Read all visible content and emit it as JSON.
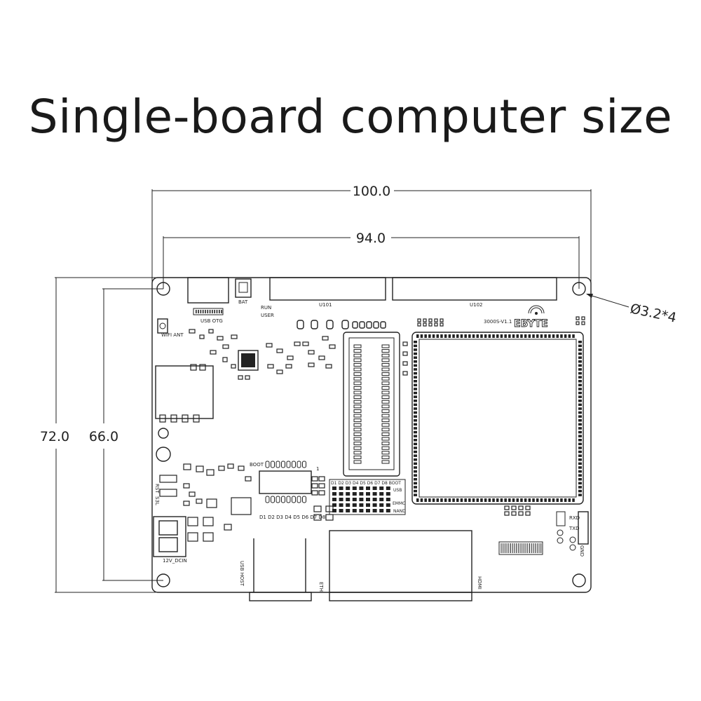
{
  "title": "Single-board computer size",
  "dimensions": {
    "overall_width": "100.0",
    "hole_spacing_width": "94.0",
    "overall_height": "72.0",
    "hole_spacing_height": "66.0",
    "hole_callout": "Ø3.2*4"
  },
  "silkscreen": {
    "usb_otg": "USB OTG",
    "bat": "BAT",
    "run": "RUN",
    "user": "USER",
    "u101": "U101",
    "u102": "U102",
    "wifi_ant": "WIFI ANT",
    "board_id": "3000S-V1.1",
    "brand": "EBYTE",
    "boot": "BOOT",
    "boot_pins": "D1 D2 D3 D4 D5 D6 D7 D8",
    "one": "1",
    "boot_table_header": "D1 D2 D3 D4 D5 D6 D7 D8  BOOT",
    "usb": "USB",
    "emmc": "EMMC",
    "nand": "NAND",
    "rxd": "RXD",
    "txd": "TXD",
    "gnd": "GND",
    "power": "12V_DCIN",
    "usb_host": "USB HOST",
    "eth": "ETH",
    "hdmi": "HDMI",
    "s_label": "S3L",
    "rst_label": "RST"
  },
  "colors": {
    "line": "#222222",
    "background": "#ffffff"
  }
}
